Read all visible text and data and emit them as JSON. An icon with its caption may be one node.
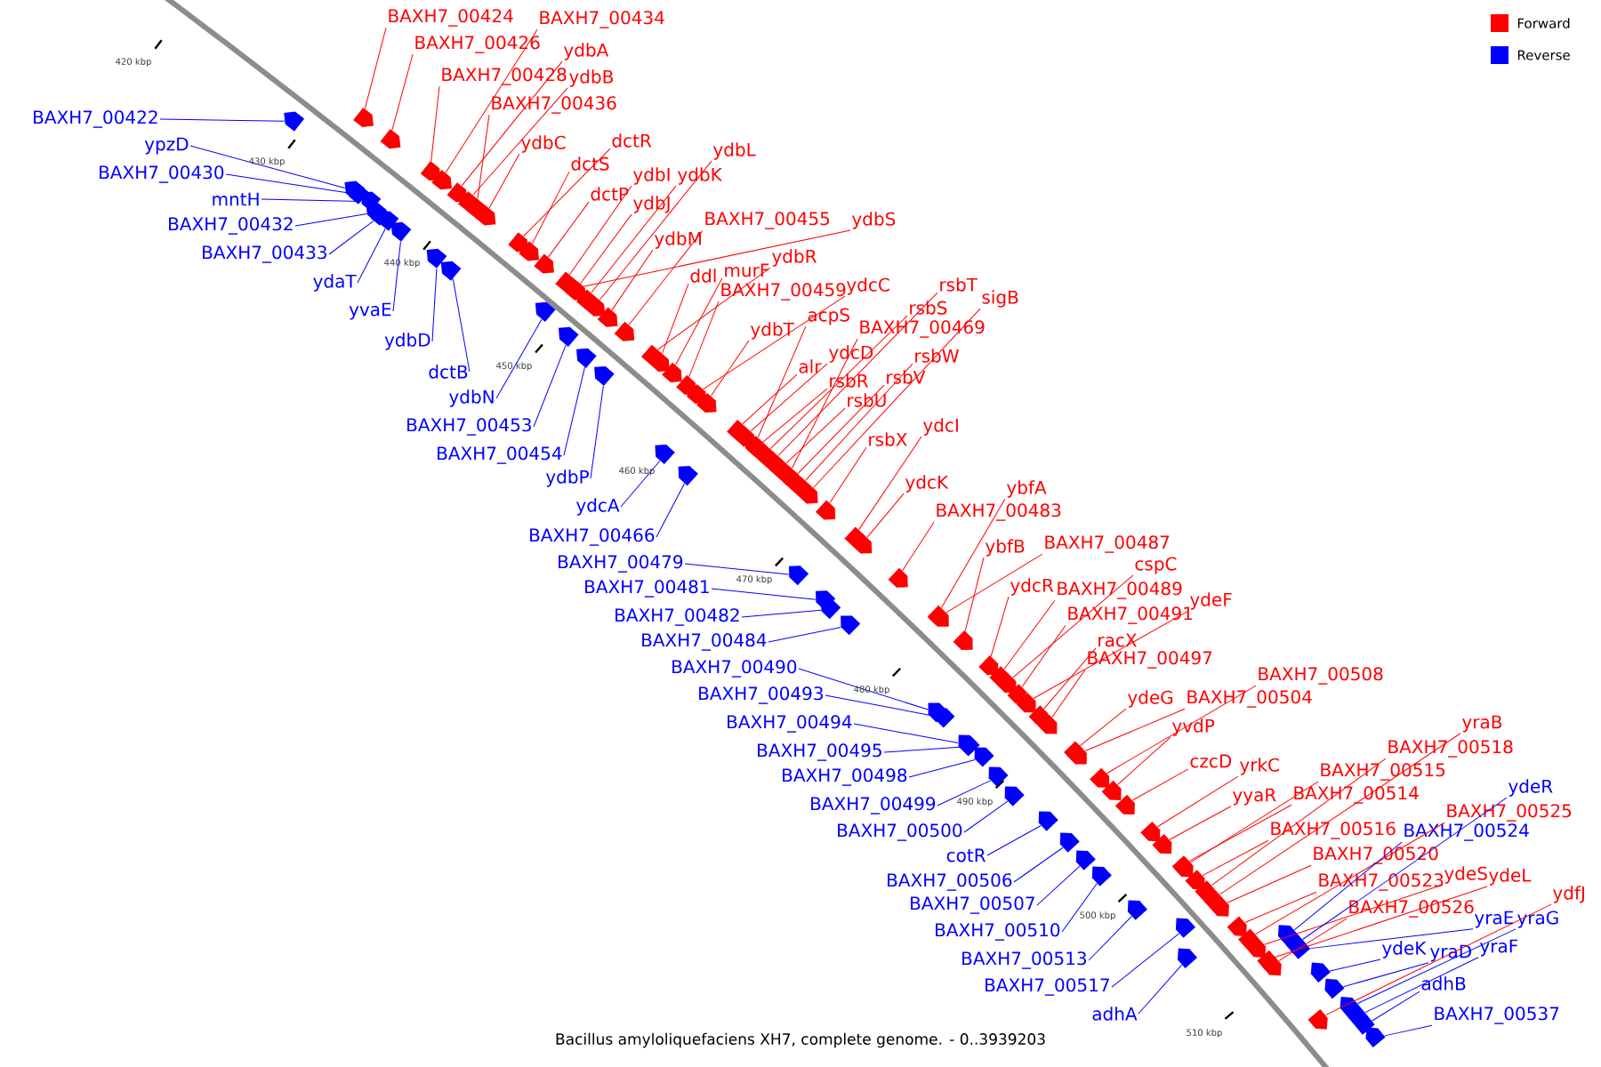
{
  "diagram": {
    "caption": "Bacillus amyloliquefaciens XH7, complete genome. - 0..3939203",
    "nodes": [
      {
        "text": [
          "BAXH7_00424"
        ]
      },
      {
        "text": [
          "BAXH7_00434"
        ]
      },
      {
        "text": [
          "BAXH7_00426"
        ]
      },
      {
        "text": [
          "ydbA"
        ]
      },
      {
        "text": [
          "BAXH7_00428"
        ]
      },
      {
        "text": [
          "ydbB"
        ]
      },
      {
        "text": [
          "BAXH7_00436"
        ]
      },
      {
        "text": [
          "ydbC"
        ]
      },
      {
        "text": [
          "dctR"
        ]
      },
      {
        "text": [
          "dctS"
        ]
      },
      {
        "text": [
          "ydbL"
        ]
      },
      {
        "text": [
          "ydbI"
        ]
      },
      {
        "text": [
          "ydbK"
        ]
      },
      {
        "text": [
          "dctP"
        ]
      },
      {
        "text": [
          "ydbJ"
        ]
      },
      {
        "text": [
          "ydbM"
        ]
      },
      {
        "text": [
          "BAXH7_00455"
        ]
      },
      {
        "text": [
          "ydbS"
        ]
      },
      {
        "text": [
          "ydbR"
        ]
      },
      {
        "text": [
          "ddl"
        ]
      },
      {
        "text": [
          "murF"
        ]
      },
      {
        "text": [
          "BAXH7_00459"
        ]
      },
      {
        "text": [
          "ydcC"
        ]
      },
      {
        "text": [
          "rsbT"
        ]
      },
      {
        "text": [
          "rsbS"
        ]
      },
      {
        "text": [
          "sigB"
        ]
      },
      {
        "text": [
          "ydbT"
        ]
      },
      {
        "text": [
          "acpS"
        ]
      },
      {
        "text": [
          "BAXH7_00469"
        ]
      },
      {
        "text": [
          "alr"
        ]
      },
      {
        "text": [
          "ydcD"
        ]
      },
      {
        "text": [
          "rsbW"
        ]
      },
      {
        "text": [
          "rsbR"
        ]
      },
      {
        "text": [
          "rsbV"
        ]
      },
      {
        "text": [
          "rsbU"
        ]
      },
      {
        "text": [
          "rsbX"
        ]
      },
      {
        "text": [
          "ydcI"
        ]
      },
      {
        "text": [
          "ydcK"
        ]
      },
      {
        "text": [
          "ybfA"
        ]
      },
      {
        "text": [
          "BAXH7_00483"
        ]
      },
      {
        "text": [
          "ybfB"
        ]
      },
      {
        "text": [
          "BAXH7_00487"
        ]
      },
      {
        "text": [
          "cspC"
        ]
      },
      {
        "text": [
          "ydcR"
        ]
      },
      {
        "text": [
          "BAXH7_00489"
        ]
      },
      {
        "text": [
          "ydeF"
        ]
      },
      {
        "text": [
          "BAXH7_00491"
        ]
      },
      {
        "text": [
          "racX"
        ]
      },
      {
        "text": [
          "BAXH7_00497"
        ]
      },
      {
        "text": [
          "BAXH7_00508"
        ]
      },
      {
        "text": [
          "ydeG"
        ]
      },
      {
        "text": [
          "BAXH7_00504"
        ]
      },
      {
        "text": [
          "yvdP"
        ]
      },
      {
        "text": [
          "czcD"
        ]
      },
      {
        "text": [
          "yrkC"
        ]
      },
      {
        "text": [
          "yraB"
        ]
      },
      {
        "text": [
          "BAXH7_00518"
        ]
      },
      {
        "text": [
          "BAXH7_00515"
        ]
      },
      {
        "text": [
          "yyaR"
        ]
      },
      {
        "text": [
          "BAXH7_00514"
        ]
      },
      {
        "text": [
          "BAXH7_00516"
        ]
      },
      {
        "text": [
          "BAXH7_00525"
        ]
      },
      {
        "text": [
          "BAXH7_00520"
        ]
      },
      {
        "text": [
          "ydeS"
        ]
      },
      {
        "text": [
          "ydeL"
        ]
      },
      {
        "text": [
          "BAXH7_00523"
        ]
      },
      {
        "text": [
          "ydfJ"
        ]
      },
      {
        "text": [
          "BAXH7_00526"
        ]
      },
      {
        "text": [
          "ydeR"
        ]
      },
      {
        "text": [
          "BAXH7_00524"
        ]
      },
      {
        "text": [
          "ydeK"
        ]
      },
      {
        "text": [
          "yraD"
        ]
      },
      {
        "text": [
          "yraE"
        ]
      },
      {
        "text": [
          "yraG"
        ]
      },
      {
        "text": [
          "yraF"
        ]
      },
      {
        "text": [
          "adhB"
        ]
      },
      {
        "text": [
          "BAXH7_00537"
        ]
      },
      {
        "text": [
          "BAXH7_00422"
        ]
      },
      {
        "text": [
          "ypzD"
        ]
      },
      {
        "text": [
          "BAXH7_00430"
        ]
      },
      {
        "text": [
          "mntH"
        ]
      },
      {
        "text": [
          "BAXH7_00432"
        ]
      },
      {
        "text": [
          "BAXH7_00433"
        ]
      },
      {
        "text": [
          "ydaT"
        ]
      },
      {
        "text": [
          "yvaE"
        ]
      },
      {
        "text": [
          "ydbD"
        ]
      },
      {
        "text": [
          "dctB"
        ]
      },
      {
        "text": [
          "ydbN"
        ]
      },
      {
        "text": [
          "BAXH7_00453"
        ]
      },
      {
        "text": [
          "BAXH7_00454"
        ]
      },
      {
        "text": [
          "ydbP"
        ]
      },
      {
        "text": [
          "ydcA"
        ]
      },
      {
        "text": [
          "BAXH7_00466"
        ]
      },
      {
        "text": [
          "BAXH7_00479"
        ]
      },
      {
        "text": [
          "BAXH7_00481"
        ]
      },
      {
        "text": [
          "BAXH7_00482"
        ]
      },
      {
        "text": [
          "BAXH7_00484"
        ]
      },
      {
        "text": [
          "BAXH7_00490"
        ]
      },
      {
        "text": [
          "BAXH7_00493"
        ]
      },
      {
        "text": [
          "BAXH7_00494"
        ]
      },
      {
        "text": [
          "BAXH7_00495"
        ]
      },
      {
        "text": [
          "BAXH7_00498"
        ]
      },
      {
        "text": [
          "BAXH7_00499"
        ]
      },
      {
        "text": [
          "BAXH7_00500"
        ]
      },
      {
        "text": [
          "cotR"
        ]
      },
      {
        "text": [
          "BAXH7_00506"
        ]
      },
      {
        "text": [
          "BAXH7_00507"
        ]
      },
      {
        "text": [
          "BAXH7_00510"
        ]
      },
      {
        "text": [
          "BAXH7_00513"
        ]
      },
      {
        "text": [
          "BAXH7_00517"
        ]
      },
      {
        "text": [
          "adhA"
        ]
      },
      {
        "text": [],
        "shape": "arrow"
      },
      {
        "text": [],
        "shape": "arrow"
      },
      {
        "text": [],
        "shape": "arrow"
      },
      {
        "text": [],
        "shape": "arrow"
      },
      {
        "text": [],
        "shape": "arrow"
      },
      {
        "text": [],
        "shape": "arrow"
      },
      {
        "text": [],
        "shape": "arrow"
      },
      {
        "text": [],
        "shape": "arrow"
      },
      {
        "text": [],
        "shape": "arrow"
      },
      {
        "text": [],
        "shape": "arrow"
      },
      {
        "text": [],
        "shape": "arrow"
      },
      {
        "text": [],
        "shape": "arrow"
      },
      {
        "text": [],
        "shape": "arrow"
      },
      {
        "text": [],
        "shape": "arrow"
      },
      {
        "text": [],
        "shape": "arrow"
      },
      {
        "text": [],
        "shape": "arrow"
      },
      {
        "text": [],
        "shape": "arrow"
      },
      {
        "text": [],
        "shape": "arrow"
      },
      {
        "text": [],
        "shape": "arrow"
      },
      {
        "text": [],
        "shape": "arrow"
      },
      {
        "text": [],
        "shape": "arrow"
      },
      {
        "text": [],
        "shape": "arrow"
      },
      {
        "text": [],
        "shape": "arrow"
      },
      {
        "text": [],
        "shape": "arrow"
      },
      {
        "text": [],
        "shape": "arrow"
      },
      {
        "text": [],
        "shape": "arrow"
      },
      {
        "text": [],
        "shape": "arrow"
      },
      {
        "text": [],
        "shape": "arrow"
      },
      {
        "text": [],
        "shape": "arrow"
      },
      {
        "text": [],
        "shape": "arrow"
      },
      {
        "text": [],
        "shape": "arrow"
      },
      {
        "text": [],
        "shape": "arrow"
      },
      {
        "text": [],
        "shape": "arrow"
      },
      {
        "text": [],
        "shape": "arrow"
      },
      {
        "text": [],
        "shape": "arrow"
      },
      {
        "text": [],
        "shape": "arrow"
      },
      {
        "text": [],
        "shape": "arrow"
      },
      {
        "text": [],
        "shape": "arrow"
      },
      {
        "text": [],
        "shape": "arrow"
      },
      {
        "text": [],
        "shape": "arrow"
      },
      {
        "text": [],
        "shape": "arrow"
      },
      {
        "text": [],
        "shape": "arrow"
      },
      {
        "text": [],
        "shape": "arrow"
      },
      {
        "text": [],
        "shape": "arrow"
      },
      {
        "text": [],
        "shape": "arrow"
      },
      {
        "text": [],
        "shape": "arrow"
      },
      {
        "text": [],
        "shape": "arrow"
      },
      {
        "text": [],
        "shape": "arrow"
      },
      {
        "text": [],
        "shape": "arrow"
      },
      {
        "text": [],
        "shape": "arrow"
      },
      {
        "text": [],
        "shape": "arrow"
      },
      {
        "text": [],
        "shape": "arrow"
      },
      {
        "text": [],
        "shape": "arrow"
      },
      {
        "text": [],
        "shape": "arrow"
      },
      {
        "text": [],
        "shape": "arrow"
      },
      {
        "text": [],
        "shape": "arrow"
      },
      {
        "text": [],
        "shape": "arrow"
      },
      {
        "text": [],
        "shape": "arrow"
      },
      {
        "text": [],
        "shape": "arrow"
      },
      {
        "text": [],
        "shape": "arrow"
      },
      {
        "text": [],
        "shape": "arrow"
      },
      {
        "text": [],
        "shape": "arrow"
      },
      {
        "text": [],
        "shape": "arrow"
      },
      {
        "text": [],
        "shape": "arrow"
      },
      {
        "text": [],
        "shape": "arrow"
      },
      {
        "text": [],
        "shape": "arrow"
      },
      {
        "text": [],
        "shape": "arrow"
      },
      {
        "text": [],
        "shape": "arrow"
      },
      {
        "text": [],
        "shape": "arrow"
      },
      {
        "text": [],
        "shape": "arrow"
      },
      {
        "text": [],
        "shape": "arrow"
      },
      {
        "text": [],
        "shape": "arrow"
      },
      {
        "text": [],
        "shape": "arrow"
      },
      {
        "text": [],
        "shape": "arrow"
      },
      {
        "text": [],
        "shape": "arrow"
      },
      {
        "text": [],
        "shape": "arrow"
      },
      {
        "text": [],
        "shape": "arrow"
      },
      {
        "text": [],
        "shape": "arrow"
      },
      {
        "text": [],
        "shape": "arrow"
      },
      {
        "text": [],
        "shape": "arrow"
      },
      {
        "text": [],
        "shape": "arrow"
      },
      {
        "text": [],
        "shape": "arrow"
      },
      {
        "text": [],
        "shape": "arrow"
      },
      {
        "text": [],
        "shape": "arrow"
      },
      {
        "text": [],
        "shape": "arrow"
      },
      {
        "text": [],
        "shape": "arrow"
      },
      {
        "text": [],
        "shape": "arrow"
      },
      {
        "text": [],
        "shape": "arrow"
      },
      {
        "text": [],
        "shape": "arrow"
      },
      {
        "text": [],
        "shape": "arrow"
      },
      {
        "text": [],
        "shape": "arrow"
      },
      {
        "text": [],
        "shape": "arrow"
      },
      {
        "text": [],
        "shape": "arrow"
      },
      {
        "text": [],
        "shape": "arrow"
      },
      {
        "text": [],
        "shape": "arrow"
      },
      {
        "text": [],
        "shape": "arrow"
      },
      {
        "text": [],
        "shape": "arrow"
      },
      {
        "text": [],
        "shape": "arrow"
      },
      {
        "text": [],
        "shape": "arrow"
      },
      {
        "text": [],
        "shape": "arrow"
      },
      {
        "text": [],
        "shape": "arrow"
      },
      {
        "text": [],
        "shape": "arrow"
      },
      {
        "text": [],
        "shape": "arrow"
      },
      {
        "text": [],
        "shape": "arrow"
      },
      {
        "text": [],
        "shape": "arrow"
      },
      {
        "text": [],
        "shape": "arrow"
      },
      {
        "text": [],
        "shape": "arrow"
      },
      {
        "text": [],
        "shape": "arrow"
      },
      {
        "text": [],
        "shape": "arrow"
      },
      {
        "text": [],
        "shape": "arrow"
      },
      {
        "text": [],
        "shape": "arrow"
      }
    ],
    "edges": [
      {
        "from": 0,
        "to": 111,
        "arrow": "none"
      },
      {
        "from": 1,
        "to": 112,
        "arrow": "none"
      },
      {
        "from": 2,
        "to": 113,
        "arrow": "none"
      },
      {
        "from": 3,
        "to": 114,
        "arrow": "none"
      },
      {
        "from": 4,
        "to": 115,
        "arrow": "none"
      },
      {
        "from": 5,
        "to": 116,
        "arrow": "none"
      },
      {
        "from": 6,
        "to": 117,
        "arrow": "none"
      },
      {
        "from": 7,
        "to": 118,
        "arrow": "none"
      },
      {
        "from": 8,
        "to": 119,
        "arrow": "none"
      },
      {
        "from": 9,
        "to": 120,
        "arrow": "none"
      },
      {
        "from": 10,
        "to": 121,
        "arrow": "none"
      },
      {
        "from": 11,
        "to": 122,
        "arrow": "none"
      },
      {
        "from": 12,
        "to": 123,
        "arrow": "none"
      },
      {
        "from": 13,
        "to": 124,
        "arrow": "none"
      },
      {
        "from": 14,
        "to": 125,
        "arrow": "none"
      },
      {
        "from": 15,
        "to": 126,
        "arrow": "none"
      },
      {
        "from": 16,
        "to": 127,
        "arrow": "none"
      },
      {
        "from": 17,
        "to": 128,
        "arrow": "none"
      },
      {
        "from": 18,
        "to": 129,
        "arrow": "none"
      },
      {
        "from": 19,
        "to": 130,
        "arrow": "none"
      },
      {
        "from": 20,
        "to": 131,
        "arrow": "none"
      },
      {
        "from": 21,
        "to": 132,
        "arrow": "none"
      },
      {
        "from": 22,
        "to": 133,
        "arrow": "none"
      },
      {
        "from": 23,
        "to": 134,
        "arrow": "none"
      },
      {
        "from": 24,
        "to": 135,
        "arrow": "none"
      },
      {
        "from": 25,
        "to": 136,
        "arrow": "none"
      },
      {
        "from": 26,
        "to": 137,
        "arrow": "none"
      },
      {
        "from": 27,
        "to": 138,
        "arrow": "none"
      },
      {
        "from": 28,
        "to": 139,
        "arrow": "none"
      },
      {
        "from": 29,
        "to": 140,
        "arrow": "none"
      },
      {
        "from": 30,
        "to": 141,
        "arrow": "none"
      },
      {
        "from": 31,
        "to": 142,
        "arrow": "none"
      },
      {
        "from": 32,
        "to": 143,
        "arrow": "none"
      },
      {
        "from": 33,
        "to": 144,
        "arrow": "none"
      },
      {
        "from": 34,
        "to": 145,
        "arrow": "none"
      },
      {
        "from": 35,
        "to": 146,
        "arrow": "none"
      },
      {
        "from": 36,
        "to": 147,
        "arrow": "none"
      },
      {
        "from": 37,
        "to": 148,
        "arrow": "none"
      },
      {
        "from": 38,
        "to": 149,
        "arrow": "none"
      },
      {
        "from": 39,
        "to": 150,
        "arrow": "none"
      },
      {
        "from": 40,
        "to": 151,
        "arrow": "none"
      },
      {
        "from": 41,
        "to": 152,
        "arrow": "none"
      },
      {
        "from": 42,
        "to": 153,
        "arrow": "none"
      },
      {
        "from": 43,
        "to": 154,
        "arrow": "none"
      },
      {
        "from": 44,
        "to": 155,
        "arrow": "none"
      },
      {
        "from": 45,
        "to": 156,
        "arrow": "none"
      },
      {
        "from": 46,
        "to": 157,
        "arrow": "none"
      },
      {
        "from": 47,
        "to": 158,
        "arrow": "none"
      },
      {
        "from": 48,
        "to": 159,
        "arrow": "none"
      },
      {
        "from": 49,
        "to": 160,
        "arrow": "none"
      },
      {
        "from": 50,
        "to": 161,
        "arrow": "none"
      },
      {
        "from": 51,
        "to": 162,
        "arrow": "none"
      },
      {
        "from": 52,
        "to": 163,
        "arrow": "none"
      },
      {
        "from": 53,
        "to": 164,
        "arrow": "none"
      },
      {
        "from": 54,
        "to": 165,
        "arrow": "none"
      },
      {
        "from": 55,
        "to": 166,
        "arrow": "none"
      },
      {
        "from": 56,
        "to": 167,
        "arrow": "none"
      },
      {
        "from": 57,
        "to": 168,
        "arrow": "none"
      },
      {
        "from": 58,
        "to": 169,
        "arrow": "none"
      },
      {
        "from": 59,
        "to": 170,
        "arrow": "none"
      },
      {
        "from": 60,
        "to": 171,
        "arrow": "none"
      },
      {
        "from": 61,
        "to": 172,
        "arrow": "none"
      },
      {
        "from": 62,
        "to": 173,
        "arrow": "none"
      },
      {
        "from": 63,
        "to": 174,
        "arrow": "none"
      },
      {
        "from": 64,
        "to": 175,
        "arrow": "none"
      },
      {
        "from": 65,
        "to": 176,
        "arrow": "none"
      },
      {
        "from": 66,
        "to": 177,
        "arrow": "none"
      },
      {
        "from": 67,
        "to": 178,
        "arrow": "none"
      },
      {
        "from": 68,
        "to": 179,
        "arrow": "none",
        "color": "#0000ff"
      },
      {
        "from": 69,
        "to": 180,
        "arrow": "none",
        "color": "#0000ff"
      },
      {
        "from": 70,
        "to": 181,
        "arrow": "none",
        "color": "#0000ff"
      },
      {
        "from": 71,
        "to": 182,
        "arrow": "none",
        "color": "#0000ff"
      },
      {
        "from": 72,
        "to": 183,
        "arrow": "none",
        "color": "#0000ff"
      },
      {
        "from": 73,
        "to": 184,
        "arrow": "none",
        "color": "#0000ff"
      },
      {
        "from": 74,
        "to": 185,
        "arrow": "none",
        "color": "#0000ff"
      },
      {
        "from": 75,
        "to": 186,
        "arrow": "none",
        "color": "#0000ff"
      },
      {
        "from": 76,
        "to": 187,
        "arrow": "none",
        "color": "#0000ff"
      },
      {
        "from": 77,
        "to": 188,
        "arrow": "none",
        "color": "#0000ff"
      },
      {
        "from": 78,
        "to": 189,
        "arrow": "none",
        "color": "#0000ff"
      },
      {
        "from": 79,
        "to": 190,
        "arrow": "none",
        "color": "#0000ff"
      },
      {
        "from": 80,
        "to": 191,
        "arrow": "none",
        "color": "#0000ff"
      },
      {
        "from": 81,
        "to": 192,
        "arrow": "none",
        "color": "#0000ff"
      },
      {
        "from": 82,
        "to": 193,
        "arrow": "none",
        "color": "#0000ff"
      },
      {
        "from": 83,
        "to": 194,
        "arrow": "none",
        "color": "#0000ff"
      },
      {
        "from": 84,
        "to": 195,
        "arrow": "none",
        "color": "#0000ff"
      },
      {
        "from": 85,
        "to": 196,
        "arrow": "none",
        "color": "#0000ff"
      },
      {
        "from": 86,
        "to": 197,
        "arrow": "none",
        "color": "#0000ff"
      },
      {
        "from": 87,
        "to": 198,
        "arrow": "none",
        "color": "#0000ff"
      },
      {
        "from": 88,
        "to": 199,
        "arrow": "none",
        "color": "#0000ff"
      },
      {
        "from": 89,
        "to": 200,
        "arrow": "none",
        "color": "#0000ff"
      },
      {
        "from": 90,
        "to": 201,
        "arrow": "none",
        "color": "#0000ff"
      },
      {
        "from": 91,
        "to": 202,
        "arrow": "none",
        "color": "#0000ff"
      },
      {
        "from": 92,
        "to": 203,
        "arrow": "none",
        "color": "#0000ff"
      },
      {
        "from": 93,
        "to": 204,
        "arrow": "none",
        "color": "#0000ff"
      },
      {
        "from": 94,
        "to": 205,
        "arrow": "none",
        "color": "#0000ff"
      },
      {
        "from": 95,
        "to": 206,
        "arrow": "none",
        "color": "#0000ff"
      },
      {
        "from": 96,
        "to": 207,
        "arrow": "none",
        "color": "#0000ff"
      },
      {
        "from": 97,
        "to": 208,
        "arrow": "none",
        "color": "#0000ff"
      },
      {
        "from": 98,
        "to": 209,
        "arrow": "none",
        "color": "#0000ff"
      },
      {
        "from": 99,
        "to": 210,
        "arrow": "none",
        "color": "#0000ff"
      },
      {
        "from": 100,
        "to": 211,
        "arrow": "none",
        "color": "#0000ff"
      },
      {
        "from": 101,
        "to": 212,
        "arrow": "none",
        "color": "#0000ff"
      },
      {
        "from": 102,
        "to": 213,
        "arrow": "none",
        "color": "#0000ff"
      },
      {
        "from": 103,
        "to": 214,
        "arrow": "none",
        "color": "#0000ff"
      },
      {
        "from": 104,
        "to": 215,
        "arrow": "none",
        "color": "#0000ff"
      },
      {
        "from": 105,
        "to": 216,
        "arrow": "none",
        "color": "#0000ff"
      },
      {
        "from": 106,
        "to": 217,
        "arrow": "none",
        "color": "#0000ff"
      },
      {
        "from": 107,
        "to": 218,
        "arrow": "none",
        "color": "#0000ff"
      },
      {
        "from": 108,
        "to": 219,
        "arrow": "none",
        "color": "#0000ff"
      },
      {
        "from": 109,
        "to": 220,
        "arrow": "none",
        "color": "#0000ff"
      },
      {
        "from": 110,
        "to": 221,
        "arrow": "none",
        "color": "#0000ff"
      }
    ],
    "labels": [
      "420 kbp",
      "430 kbp",
      "440 kbp",
      "450 kbp",
      "460 kbp",
      "470 kbp",
      "480 kbp",
      "490 kbp",
      "500 kbp",
      "510 kbp"
    ],
    "legend": [
      {
        "text": "Forward",
        "color": "#ff0000"
      },
      {
        "text": "Reverse",
        "color": "#0000ff"
      }
    ]
  }
}
